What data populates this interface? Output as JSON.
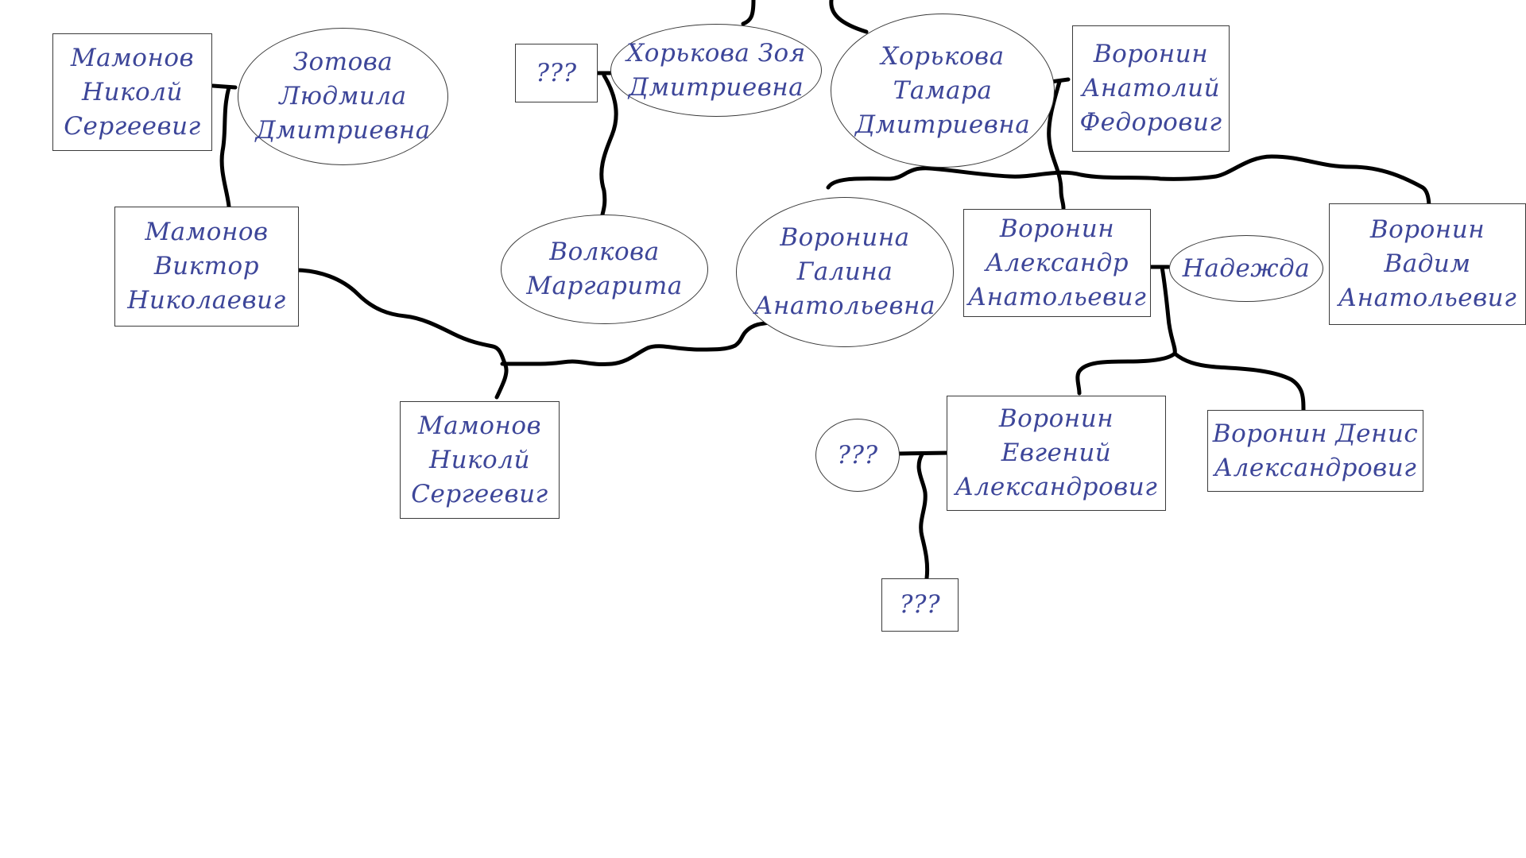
{
  "diagram": {
    "people": [
      {
        "id": "mamonov_nikolai_sr",
        "shape": "rect",
        "name": "Мамонов\nНиколй\nСергеевиг"
      },
      {
        "id": "zotova",
        "shape": "ellipse",
        "name": "Зотова\nЛюдмила\nДмитриевна"
      },
      {
        "id": "unknown_top",
        "shape": "rect",
        "name": "???"
      },
      {
        "id": "khorkova_zoya",
        "shape": "ellipse",
        "name": "Хорькова Зоя\nДмитриевна"
      },
      {
        "id": "khorkova_tamara",
        "shape": "ellipse",
        "name": "Хорькова\nТамара\nДмитриевна"
      },
      {
        "id": "voronin_anatoly",
        "shape": "rect",
        "name": "Воронин\nАнатолий\nФедоровиг"
      },
      {
        "id": "mamonov_viktor",
        "shape": "rect",
        "name": "Мамонов\nВиктор\nНиколаевиг"
      },
      {
        "id": "volkova",
        "shape": "ellipse",
        "name": "Волкова\nМаргарита"
      },
      {
        "id": "voronina_galina",
        "shape": "ellipse",
        "name": "Воронина\nГалина\nАнатольевна"
      },
      {
        "id": "voronin_alexandr",
        "shape": "rect",
        "name": "Воронин\nАлександр\nАнатольевиг"
      },
      {
        "id": "nadezhda",
        "shape": "ellipse",
        "name": "Надежда"
      },
      {
        "id": "voronin_vadim",
        "shape": "rect",
        "name": "Воронин\nВадим\nАнатольевиг"
      },
      {
        "id": "mamonov_nikolai_jr",
        "shape": "rect",
        "name": "Мамонов\nНиколй\nСергеевиг"
      },
      {
        "id": "unknown_spouse",
        "shape": "ellipse",
        "name": "???"
      },
      {
        "id": "voronin_evgeny",
        "shape": "rect",
        "name": "Воронин\nЕвгений\nАлександровиг"
      },
      {
        "id": "voronin_denis",
        "shape": "rect",
        "name": "Воронин Денис\nАлександровиг"
      },
      {
        "id": "unknown_child",
        "shape": "rect",
        "name": "???"
      }
    ]
  },
  "colors": {
    "text": "#3d4699",
    "line": "#000000",
    "border": "#3a3a3a"
  }
}
